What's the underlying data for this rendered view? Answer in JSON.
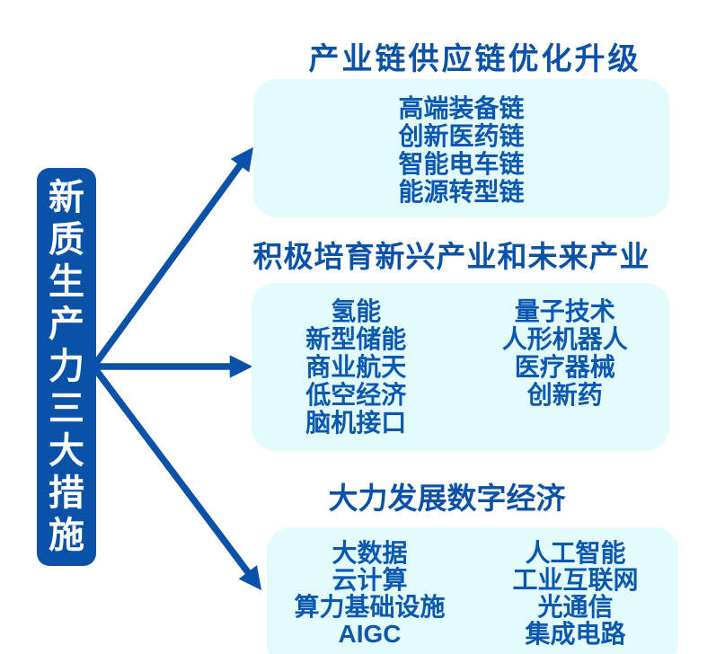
{
  "colors": {
    "primary_blue": "#0A52A8",
    "item_text_blue": "#0A58B0",
    "panel_cyan": "#E4FBFC",
    "root_text_white": "#FFFFFF",
    "background": "#FFFFFF"
  },
  "root": {
    "label": "新质生产力三大措施"
  },
  "connections": [
    {
      "from": "root",
      "to": "section-1"
    },
    {
      "from": "root",
      "to": "section-2"
    },
    {
      "from": "root",
      "to": "section-3"
    }
  ],
  "sections": [
    {
      "title": "产业链供应链优化升级",
      "columns": [
        [
          "高端装备链",
          "创新医药链",
          "智能电车链",
          "能源转型链"
        ]
      ]
    },
    {
      "title": "积极培育新兴产业和未来产业",
      "columns": [
        [
          "氢能",
          "新型储能",
          "商业航天",
          "低空经济",
          "脑机接口"
        ],
        [
          "量子技术",
          "人形机器人",
          "医疗器械",
          "创新药"
        ]
      ]
    },
    {
      "title": "大力发展数字经济",
      "columns": [
        [
          "大数据",
          "云计算",
          "算力基础设施",
          "AIGC"
        ],
        [
          "人工智能",
          "工业互联网",
          "光通信",
          "集成电路"
        ]
      ]
    }
  ]
}
